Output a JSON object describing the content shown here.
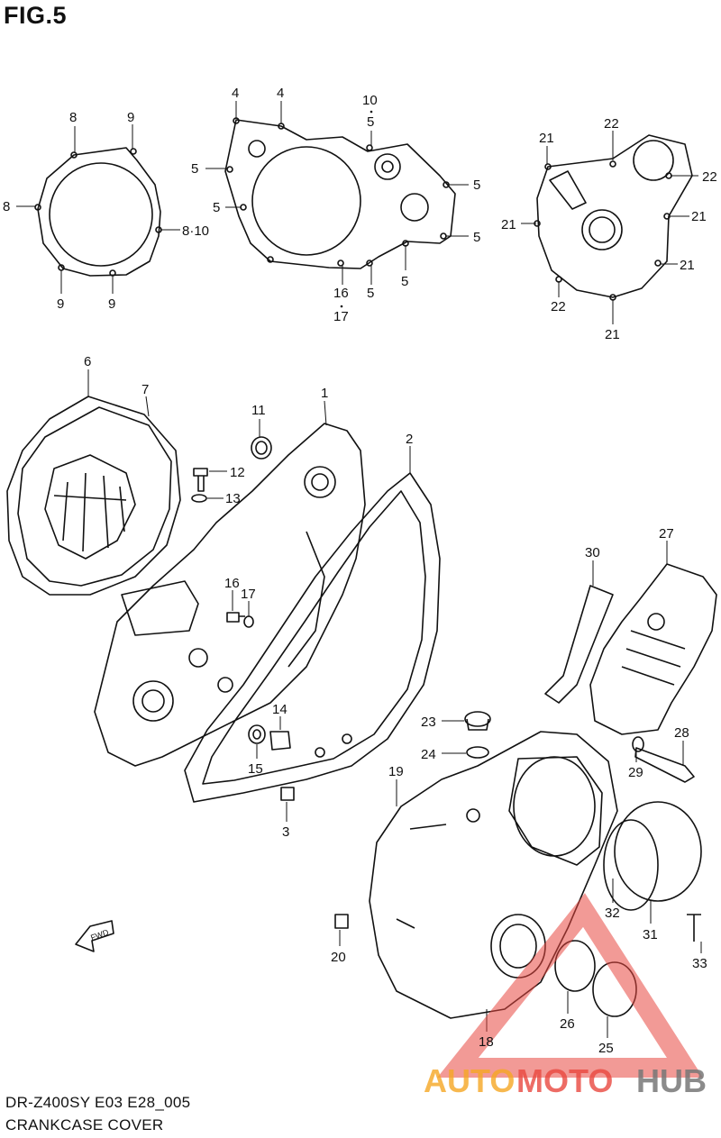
{
  "figure": {
    "title": "FIG.5"
  },
  "footer": {
    "model_code": "DR-Z400SY  E03  E28_005",
    "section_name": "CRANKCASE COVER"
  },
  "watermark": {
    "part1": "AUTO",
    "part2": "MOTO",
    "part3": "HUB",
    "color_orange": "#f5a623",
    "color_red": "#e8473f",
    "color_gray": "#777777"
  },
  "direction_arrow": {
    "label": "FWD"
  },
  "callouts": [
    {
      "label": "8"
    },
    {
      "label": "9"
    },
    {
      "label": "8"
    },
    {
      "label": "8·10"
    },
    {
      "label": "9"
    },
    {
      "label": "9"
    },
    {
      "label": "4"
    },
    {
      "label": "4"
    },
    {
      "label": "10"
    },
    {
      "label": "5"
    },
    {
      "label": "5"
    },
    {
      "label": "5"
    },
    {
      "label": "5"
    },
    {
      "label": "5"
    },
    {
      "label": "5"
    },
    {
      "label": "5"
    },
    {
      "label": "16"
    },
    {
      "label": "17"
    },
    {
      "label": "21"
    },
    {
      "label": "22"
    },
    {
      "label": "22"
    },
    {
      "label": "21"
    },
    {
      "label": "21"
    },
    {
      "label": "21"
    },
    {
      "label": "22"
    },
    {
      "label": "21"
    },
    {
      "label": "6"
    },
    {
      "label": "7"
    },
    {
      "label": "11"
    },
    {
      "label": "1"
    },
    {
      "label": "2"
    },
    {
      "label": "12"
    },
    {
      "label": "13"
    },
    {
      "label": "16"
    },
    {
      "label": "17"
    },
    {
      "label": "14"
    },
    {
      "label": "15"
    },
    {
      "label": "3"
    },
    {
      "label": "30"
    },
    {
      "label": "27"
    },
    {
      "label": "23"
    },
    {
      "label": "24"
    },
    {
      "label": "19"
    },
    {
      "label": "28"
    },
    {
      "label": "29"
    },
    {
      "label": "32"
    },
    {
      "label": "31"
    },
    {
      "label": "33"
    },
    {
      "label": "20"
    },
    {
      "label": "26"
    },
    {
      "label": "18"
    },
    {
      "label": "25"
    },
    {
      "label": "5"
    }
  ]
}
